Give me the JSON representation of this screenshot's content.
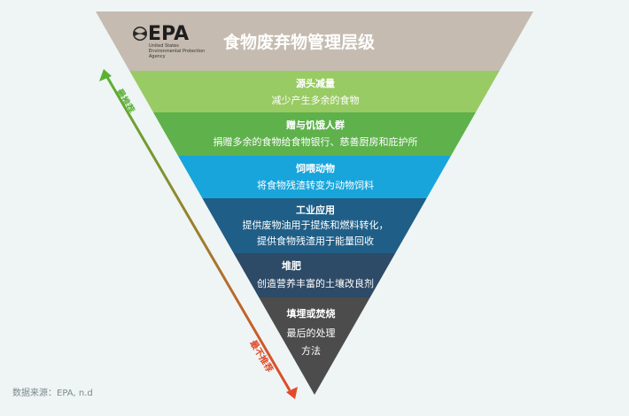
{
  "logo": {
    "mark": "EPA",
    "line1": "United States",
    "line2": "Environmental Protection",
    "line3": "Agency",
    "icon": "epa-flower-logo"
  },
  "title": "食物废弃物管理层级",
  "tiers": [
    {
      "heading": "源头减量",
      "lines": [
        "减少产生多余的食物"
      ],
      "color": "#98cb63"
    },
    {
      "heading": "赠与饥饿人群",
      "lines": [
        "捐赠多余的食物给食物银行、慈善厨房和庇护所"
      ],
      "color": "#5eb14b"
    },
    {
      "heading": "饲喂动物",
      "lines": [
        "将食物残渣转变为动物饲料"
      ],
      "color": "#17a5dc"
    },
    {
      "heading": "工业应用",
      "lines": [
        "提供废物油用于提炼和燃料转化，",
        "提供食物残渣用于能量回收"
      ],
      "color": "#1f5e87"
    },
    {
      "heading": "堆肥",
      "lines": [
        "创造营养丰富的土壤改良剂"
      ],
      "color": "#2d4a66"
    },
    {
      "heading": "填埋或焚烧",
      "lines": [
        "最后的处理",
        "方法"
      ],
      "color": "#4c4c4c"
    }
  ],
  "header_color": "#c5bbb0",
  "arrow": {
    "top_label": "最推荐",
    "bottom_label": "最不推荐",
    "top_color": "#5ab032",
    "bottom_color": "#e24a2a"
  },
  "source": "数据来源：EPA, n.d"
}
